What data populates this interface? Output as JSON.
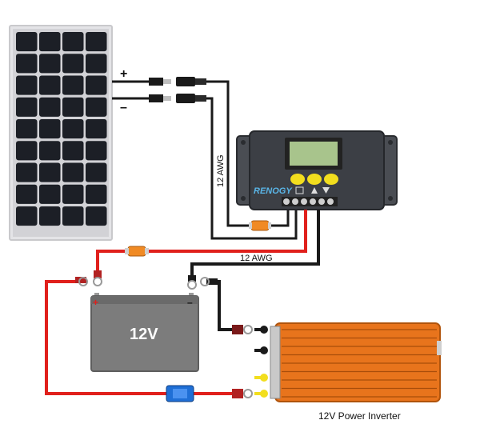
{
  "colors": {
    "positive_wire": "#e0201c",
    "negative_wire": "#1a1a1a",
    "panel_cell": "#1c1f26",
    "panel_frame": "#d9d9dc",
    "battery_body": "#7c7c7c",
    "inverter_body": "#e8741c",
    "controller_body": "#3c3f45",
    "fuse_orange": "#f08a24",
    "fuse_blue": "#1f6fd6",
    "display_green": "#a8c48c",
    "button_yellow": "#f2de1e"
  },
  "labels": {
    "pv_plus": "+",
    "pv_minus": "–",
    "wire_gauge_vertical": "12 AWG",
    "wire_gauge_horizontal": "12 AWG",
    "controller_brand": "RENOGY",
    "battery_voltage": "12V",
    "battery_plus": "+",
    "battery_minus": "–",
    "inverter_caption": "12V Power Inverter"
  },
  "icons": {
    "mc4_connector": "mc4-connector-icon",
    "ring_terminal": "ring-terminal-icon",
    "inline_fuse": "inline-fuse-icon"
  }
}
